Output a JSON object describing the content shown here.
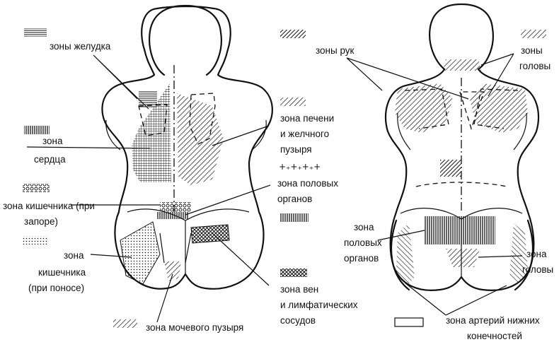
{
  "left_figure": {
    "labels": {
      "stomach": "зоны желудка",
      "heart_1": "зона",
      "heart_2": "сердца",
      "intestine_constipation_1": "зона кишечника (при",
      "intestine_constipation_2": "запоре)",
      "intestine_diarrhea_1": "зона",
      "intestine_diarrhea_2": "кишечника",
      "intestine_diarrhea_3": "(при поносе)",
      "bladder": "зона мочевого пузыря",
      "liver_1": "зона печени",
      "liver_2": "и желчного",
      "liver_3": "пузыря",
      "genital_1": "зона половых",
      "genital_2": "органов",
      "veins_1": "зона вен",
      "veins_2": "и лимфатических",
      "veins_3": "сосудов"
    }
  },
  "right_figure": {
    "labels": {
      "arms": "зоны рук",
      "head_top_1": "зоны",
      "head_top_2": "головы",
      "genital_1": "зона",
      "genital_2": "половых",
      "genital_3": "органов",
      "head_bottom_1": "зона",
      "head_bottom_2": "головы",
      "legs_1": "зона артерий нижних",
      "legs_2": "конечностей"
    }
  },
  "colors": {
    "ink": "#111111",
    "paper": "#ffffff"
  }
}
